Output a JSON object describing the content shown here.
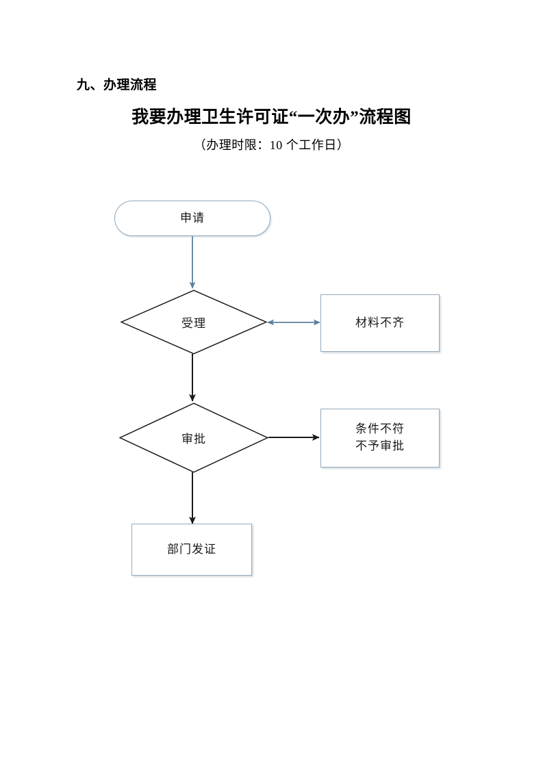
{
  "document": {
    "section_heading": "九、办理流程",
    "title": "我要办理卫生许可证“一次办”流程图",
    "subtitle": "（办理时限：10 个工作日）"
  },
  "colors": {
    "blue_border": "#8ea9bd",
    "gray_blue_border": "#93aabb",
    "blue_arrow": "#5b7f9e",
    "black_arrow": "#1a1a1a",
    "text": "#1a1a1a",
    "page_background": "#ffffff"
  },
  "flowchart": {
    "type": "flowchart",
    "orientation": "top-to-bottom",
    "nodes": [
      {
        "id": "apply",
        "label": "申请",
        "shape": "terminator",
        "border_color": "#8ea9bd"
      },
      {
        "id": "accept",
        "label": "受理",
        "shape": "diamond",
        "border_color": "#1a1a1a"
      },
      {
        "id": "material-incomplete",
        "label": "材料不齐",
        "shape": "rectangle",
        "border_color": "#93aabb"
      },
      {
        "id": "approve",
        "label": "审批",
        "shape": "diamond",
        "border_color": "#1a1a1a"
      },
      {
        "id": "denied",
        "label": "条件不符\n不予审批",
        "label_line1": "条件不符",
        "label_line2": "不予审批",
        "shape": "rectangle",
        "border_color": "#93aabb"
      },
      {
        "id": "issue-certificate",
        "label": "部门发证",
        "shape": "rectangle",
        "border_color": "#93aabb"
      }
    ],
    "edges": [
      {
        "from": "apply",
        "to": "accept",
        "style": "arrow-down",
        "color": "#5b7f9e",
        "heads": 1
      },
      {
        "from": "accept",
        "to": "material-incomplete",
        "style": "arrow-horizontal",
        "color": "#5b7f9e",
        "heads": 2
      },
      {
        "from": "accept",
        "to": "approve",
        "style": "arrow-down",
        "color": "#1a1a1a",
        "heads": 1
      },
      {
        "from": "approve",
        "to": "denied",
        "style": "arrow-horizontal",
        "color": "#1a1a1a",
        "heads": 1
      },
      {
        "from": "approve",
        "to": "issue-certificate",
        "style": "arrow-down",
        "color": "#1a1a1a",
        "heads": 1
      }
    ]
  }
}
